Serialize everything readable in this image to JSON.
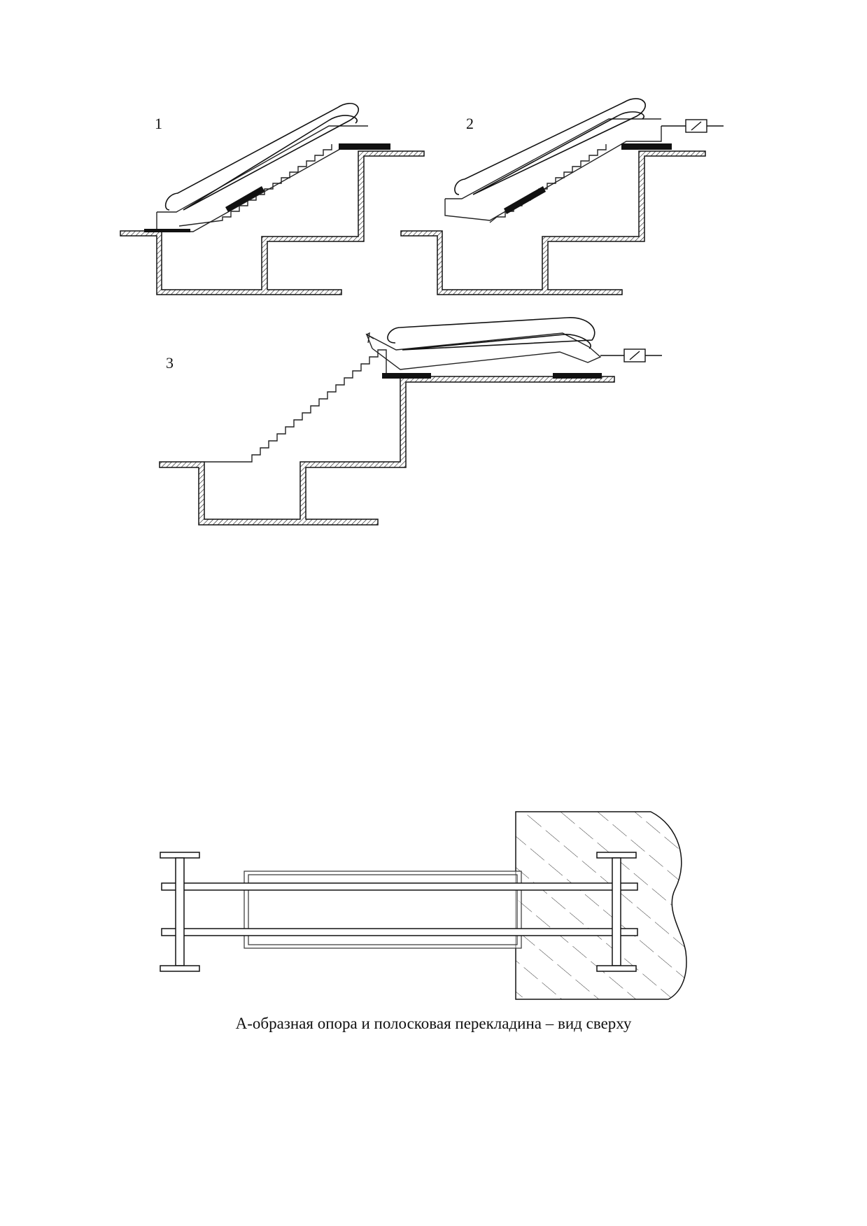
{
  "figures": [
    {
      "number": "1"
    },
    {
      "number": "2"
    },
    {
      "number": "3"
    }
  ],
  "caption": "А-образная опора и полосковая перекладина – вид сверху"
}
